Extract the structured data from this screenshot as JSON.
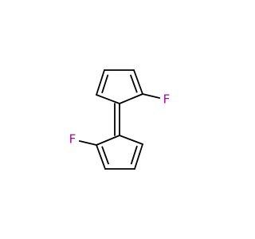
{
  "molecule": {
    "atoms": [
      {
        "id": "c1",
        "element": "C",
        "label": ""
      },
      {
        "id": "c2",
        "element": "C",
        "label": ""
      },
      {
        "id": "c3",
        "element": "C",
        "label": ""
      },
      {
        "id": "c4",
        "element": "C",
        "label": ""
      },
      {
        "id": "c5",
        "element": "C",
        "label": ""
      },
      {
        "id": "f1",
        "element": "F",
        "label": "F"
      },
      {
        "id": "c6",
        "element": "C",
        "label": ""
      },
      {
        "id": "c7",
        "element": "C",
        "label": ""
      },
      {
        "id": "c8",
        "element": "C",
        "label": ""
      },
      {
        "id": "c9",
        "element": "C",
        "label": ""
      },
      {
        "id": "c10",
        "element": "C",
        "label": ""
      },
      {
        "id": "f2",
        "element": "F",
        "label": "F"
      }
    ],
    "bonds": [
      {
        "from": "c1",
        "to": "c2",
        "order": 1
      },
      {
        "from": "c2",
        "to": "c3",
        "order": 2
      },
      {
        "from": "c3",
        "to": "c4",
        "order": 1
      },
      {
        "from": "c4",
        "to": "c5",
        "order": 2
      },
      {
        "from": "c5",
        "to": "c1",
        "order": 1
      },
      {
        "from": "c5",
        "to": "f1",
        "order": 1
      },
      {
        "from": "c1",
        "to": "c6",
        "order": 2
      },
      {
        "from": "c6",
        "to": "c7",
        "order": 1
      },
      {
        "from": "c7",
        "to": "c8",
        "order": 2
      },
      {
        "from": "c8",
        "to": "c9",
        "order": 1
      },
      {
        "from": "c9",
        "to": "c10",
        "order": 2
      },
      {
        "from": "c10",
        "to": "c6",
        "order": 1
      },
      {
        "from": "c10",
        "to": "f2",
        "order": 1
      }
    ],
    "colors": {
      "bond": "#000000",
      "fluorine": "#b5009e"
    }
  }
}
